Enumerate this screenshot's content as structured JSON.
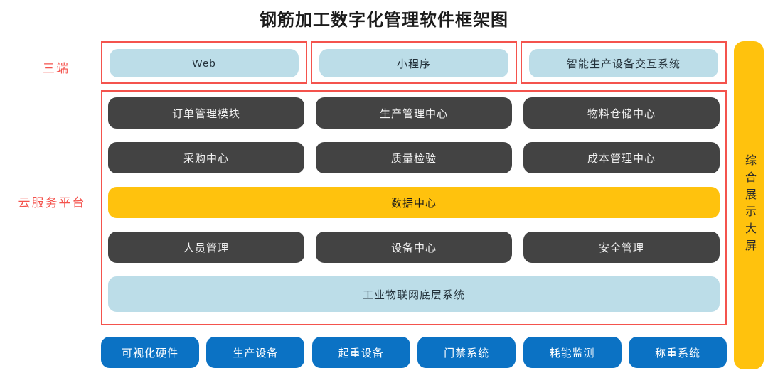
{
  "title": "钢筋加工数字化管理软件框架图",
  "colors": {
    "red_outline": "#f4534d",
    "light_blue": "#bcdde8",
    "dark_gray": "#434343",
    "yellow": "#ffc20d",
    "blue": "#0b72c4",
    "background": "#ffffff"
  },
  "layers": {
    "terminals": {
      "label": "三端",
      "items": [
        {
          "name": "Web"
        },
        {
          "name": "小程序"
        },
        {
          "name": "智能生产设备交互系统"
        }
      ]
    },
    "cloud_platform": {
      "label": "云服务平台",
      "rows": [
        {
          "type": "modules",
          "items": [
            {
              "name": "订单管理模块"
            },
            {
              "name": "生产管理中心"
            },
            {
              "name": "物料仓储中心"
            }
          ]
        },
        {
          "type": "modules",
          "items": [
            {
              "name": "采购中心"
            },
            {
              "name": "质量检验"
            },
            {
              "name": "成本管理中心"
            }
          ]
        },
        {
          "type": "data",
          "items": [
            {
              "name": "数据中心"
            }
          ]
        },
        {
          "type": "modules",
          "items": [
            {
              "name": "人员管理"
            },
            {
              "name": "设备中心"
            },
            {
              "name": "安全管理"
            }
          ]
        },
        {
          "type": "iot",
          "items": [
            {
              "name": "工业物联网底层系统"
            }
          ]
        }
      ]
    },
    "big_screen": {
      "label": "综合展示大屏"
    },
    "hardware": {
      "items": [
        {
          "name": "可视化硬件"
        },
        {
          "name": "生产设备"
        },
        {
          "name": "起重设备"
        },
        {
          "name": "门禁系统"
        },
        {
          "name": "耗能监测"
        },
        {
          "name": "称重系统"
        }
      ]
    }
  }
}
